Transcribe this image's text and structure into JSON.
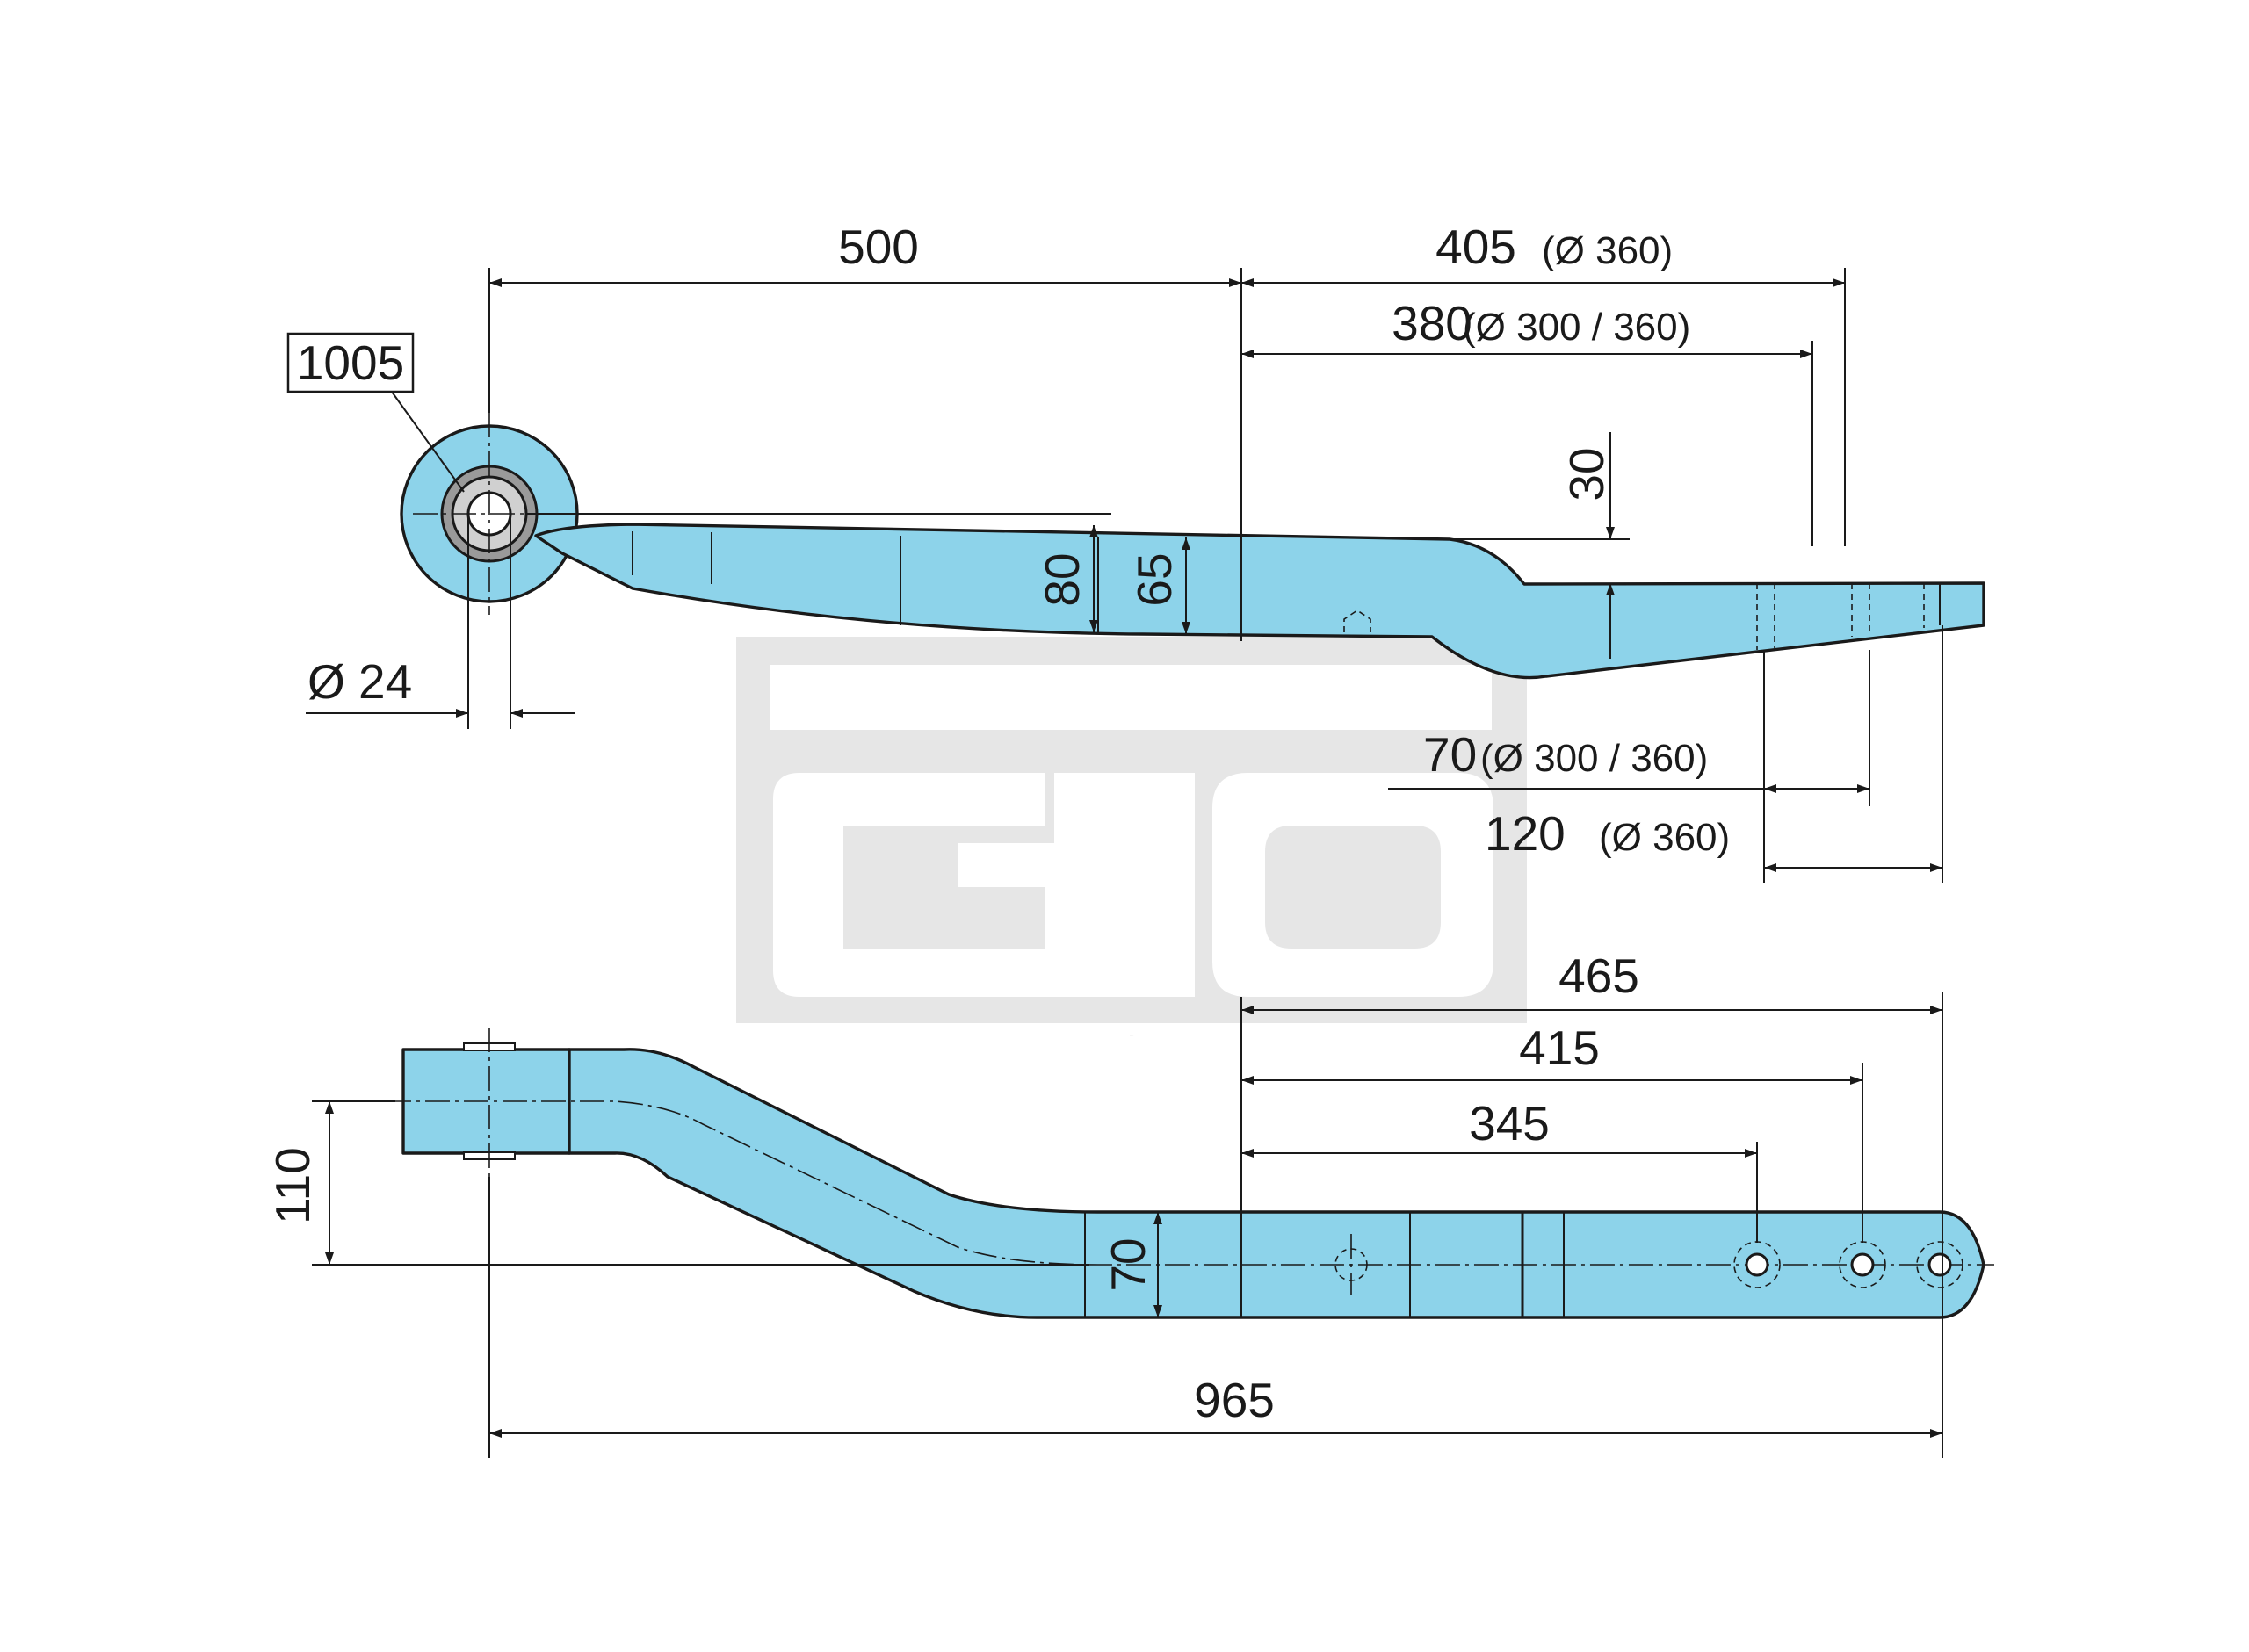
{
  "part_number": "1005",
  "watermark_text": "GTO",
  "colors": {
    "part_fill": "#8dd3ea",
    "line": "#1a1a1a",
    "watermark_bg": "#e6e6e6",
    "watermark_fg": "#ffffff"
  },
  "side_view": {
    "dims": {
      "eye_to_mid": "500",
      "right_outer": "405",
      "right_outer_note": "(Ø 360)",
      "right_inner": "380",
      "right_inner_note": "(Ø 300 / 360)",
      "drop": "30",
      "thickness_80": "80",
      "thickness_65": "65",
      "bore": "Ø 24",
      "hole_70": "70",
      "hole_70_note": "(Ø 300 / 360)",
      "hole_120": "120",
      "hole_120_note": "(Ø 360)"
    }
  },
  "top_view": {
    "dims": {
      "d465": "465",
      "d415": "415",
      "d345": "345",
      "offset_110": "110",
      "width_70": "70",
      "overall_965": "965"
    }
  }
}
